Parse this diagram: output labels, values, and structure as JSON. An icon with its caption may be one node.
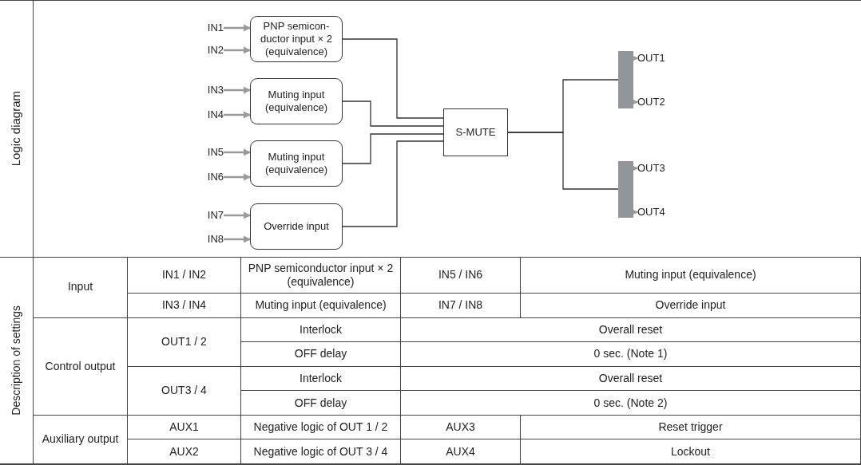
{
  "diagram": {
    "nodes": [
      {
        "text": [
          "IN1"
        ]
      },
      {
        "text": [
          "IN2"
        ]
      },
      {
        "text": [
          "PNP semicon- ductor input × 2 (equivalence)"
        ]
      },
      {
        "text": [
          "IN3"
        ]
      },
      {
        "text": [
          "IN4"
        ]
      },
      {
        "text": [
          "Muting input (equivalence)"
        ]
      },
      {
        "text": [
          "IN5"
        ]
      },
      {
        "text": [
          "IN6"
        ]
      },
      {
        "text": [
          "Muting input (equivalence)"
        ]
      },
      {
        "text": [
          "IN7"
        ]
      },
      {
        "text": [
          "IN8"
        ]
      },
      {
        "text": [
          "Override input"
        ]
      },
      {
        "text": [
          "S-MUTE"
        ]
      },
      {
        "text": [],
        "shape": "bar"
      },
      {
        "text": [
          "OUT1"
        ]
      },
      {
        "text": [
          "OUT2"
        ]
      },
      {
        "text": [],
        "shape": "bar"
      },
      {
        "text": [
          "OUT3"
        ]
      },
      {
        "text": [
          "OUT4"
        ]
      }
    ],
    "edges": [
      {
        "from": 0,
        "to": 2,
        "arrow": "to"
      },
      {
        "from": 1,
        "to": 2,
        "arrow": "to"
      },
      {
        "from": 3,
        "to": 5,
        "arrow": "to"
      },
      {
        "from": 4,
        "to": 5,
        "arrow": "to"
      },
      {
        "from": 6,
        "to": 8,
        "arrow": "to"
      },
      {
        "from": 7,
        "to": 8,
        "arrow": "to"
      },
      {
        "from": 9,
        "to": 11,
        "arrow": "to"
      },
      {
        "from": 10,
        "to": 11,
        "arrow": "to"
      },
      {
        "from": 2,
        "to": 12,
        "arrow": "none",
        "color": "#333333"
      },
      {
        "from": 5,
        "to": 12,
        "arrow": "none",
        "color": "#333333"
      },
      {
        "from": 8,
        "to": 12,
        "arrow": "none",
        "color": "#333333"
      },
      {
        "from": 11,
        "to": 12,
        "arrow": "none",
        "color": "#333333"
      },
      {
        "from": 12,
        "to": 13,
        "arrow": "none",
        "color": "#333333"
      },
      {
        "from": 12,
        "to": 16,
        "arrow": "none",
        "color": "#333333"
      },
      {
        "from": 13,
        "to": 14,
        "arrow": "to"
      },
      {
        "from": 13,
        "to": 15,
        "arrow": "to"
      },
      {
        "from": 16,
        "to": 17,
        "arrow": "to"
      },
      {
        "from": 16,
        "to": 18,
        "arrow": "to"
      }
    ],
    "labels": [
      "Logic diagram",
      "Description of settings",
      "Input",
      "IN1 / IN2",
      "PNP semiconductor input × 2 (equivalence)",
      "IN5 / IN6",
      "Muting input (equivalence)",
      "IN3 / IN4",
      "Muting input (equivalence)",
      "IN7 / IN8",
      "Override input",
      "Control output",
      "OUT1 / 2",
      "Interlock",
      "Overall reset",
      "OFF delay",
      "0 sec. (Note 1)",
      "OUT3 / 4",
      "Interlock",
      "Overall reset",
      "OFF delay",
      "0 sec. (Note 2)",
      "Auxiliary output",
      "AUX1",
      "Negative logic of OUT 1 / 2",
      "AUX3",
      "Reset trigger",
      "AUX2",
      "Negative logic of OUT 3 / 4",
      "AUX4",
      "Lockout"
    ]
  }
}
